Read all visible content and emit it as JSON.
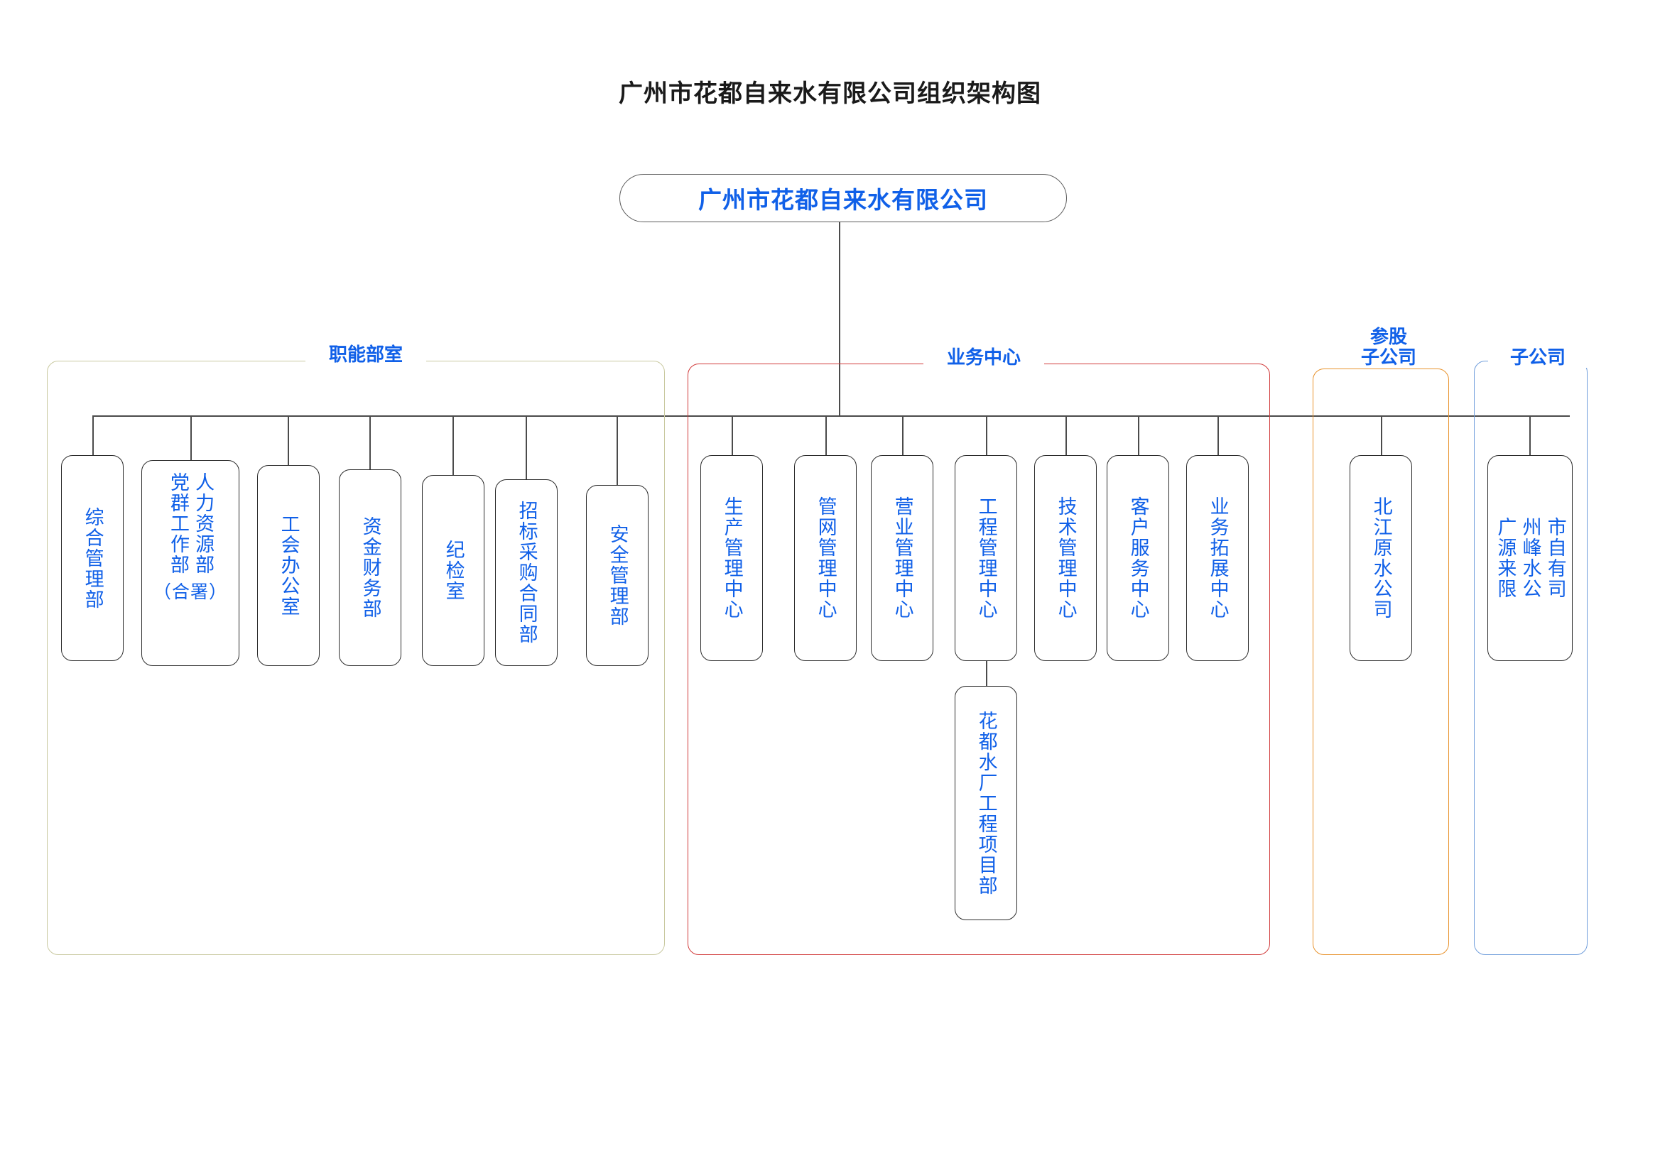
{
  "title": "广州市花都自来水有限公司组织架构图",
  "root": {
    "label": "广州市花都自来水有限公司",
    "text_color": "#1060e8",
    "border_color": "#5a5a5a"
  },
  "groups": [
    {
      "id": "functional",
      "label": "职能部室",
      "border_color": "#c9c9a0"
    },
    {
      "id": "business",
      "label": "业务中心",
      "border_color": "#d13a3a"
    },
    {
      "id": "associate",
      "label": "参股\n子公司",
      "border_color": "#e8922c"
    },
    {
      "id": "subsidiary",
      "label": "子公司",
      "border_color": "#6f9ddb"
    }
  ],
  "functional_departments": [
    {
      "label": "综合管理部"
    },
    {
      "label_right": "人力资源部",
      "label_left": "党群工作部",
      "sub": "（合署）"
    },
    {
      "label": "工会办公室"
    },
    {
      "label": "资金财务部"
    },
    {
      "label": "纪检室"
    },
    {
      "label": "招标采购合同部"
    },
    {
      "label": "安全管理部"
    }
  ],
  "business_centers": [
    {
      "label": "生产管理中心"
    },
    {
      "label": "管网管理中心"
    },
    {
      "label": "营业管理中心"
    },
    {
      "label": "工程管理中心",
      "child": "花都水厂工程项目部"
    },
    {
      "label": "技术管理中心"
    },
    {
      "label": "客户服务中心"
    },
    {
      "label": "业务拓展中心"
    }
  ],
  "associate_companies": [
    {
      "label": "北江原水公司"
    }
  ],
  "subsidiary_companies": [
    {
      "label": "广州市源峰自来水有限公司",
      "col1": "广源来限",
      "col2": "州峰水公",
      "col3": "市自有司"
    }
  ],
  "colors": {
    "node_text": "#1060e8",
    "node_border": "#2b2b2b",
    "connector": "#4b4b4b",
    "title_text": "#1a1a1a"
  }
}
